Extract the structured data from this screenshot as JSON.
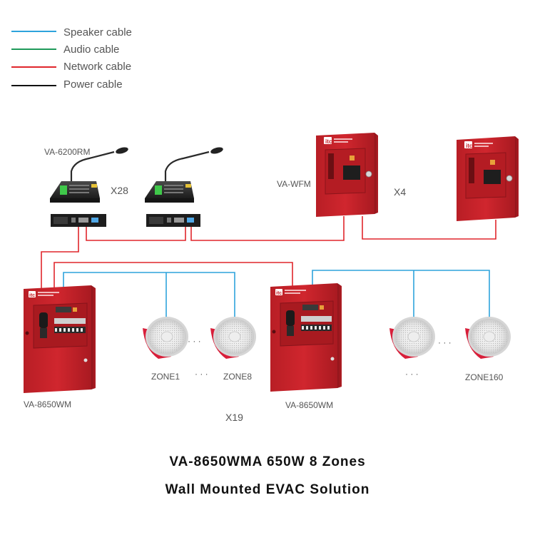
{
  "legend": [
    {
      "label": "Speaker cable",
      "color": "#2ea3dc"
    },
    {
      "label": "Audio cable",
      "color": "#1f9a5a"
    },
    {
      "label": "Network cable",
      "color": "#e0262c"
    },
    {
      "label": "Power cable",
      "color": "#111111"
    }
  ],
  "devices": {
    "mic_label": "VA-6200RM",
    "mic_count": "X28",
    "wfm_label": "VA-WFM",
    "wfm_count": "X4",
    "amp_label_left": "VA-8650WM",
    "amp_label_right": "VA-8650WM",
    "amp_count": "X19"
  },
  "zones": {
    "zone1": "ZONE1",
    "zone8": "ZONE8",
    "zone160": "ZONE160",
    "dots_between_speakers": "· · ·",
    "dots_between_zones": "· · ·"
  },
  "caption": {
    "line1": "VA-8650WMA 650W 8 Zones",
    "line2": "Wall Mounted EVAC Solution"
  },
  "colors": {
    "cabinet_red": "#c8232b",
    "brand": "itc"
  }
}
